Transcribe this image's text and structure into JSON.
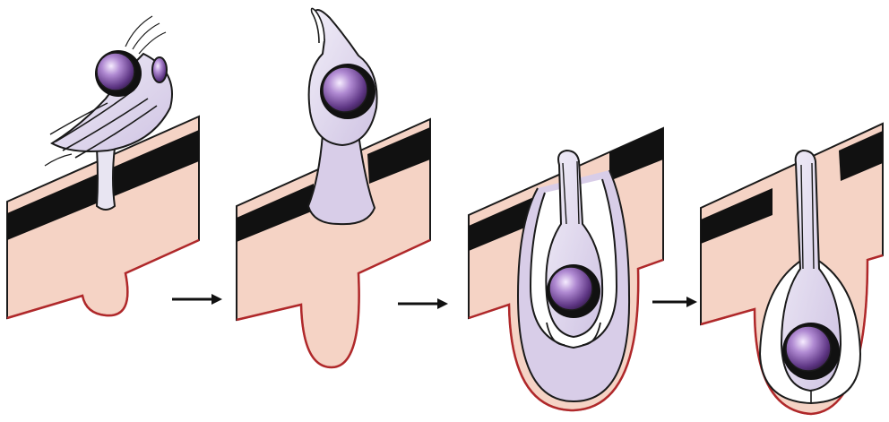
{
  "diagram": {
    "stages": [
      {
        "id": "stage-1",
        "label": ""
      },
      {
        "id": "stage-2",
        "label": ""
      },
      {
        "id": "stage-3",
        "label": ""
      },
      {
        "id": "stage-4",
        "label": ""
      }
    ],
    "arrows": 3
  },
  "colors": {
    "tissue": "#f5d3c5",
    "tissue_edge": "#b0282a",
    "dark_band": "#111111",
    "membrane": "#d8cde8",
    "membrane_light": "#eceaf5",
    "cell_inner": "#ffffff",
    "nucleus_core": "#f3e3ff",
    "nucleus_mid": "#9a6fc0",
    "nucleus_outer": "#4a2a66",
    "outline": "#1a1a1a"
  }
}
